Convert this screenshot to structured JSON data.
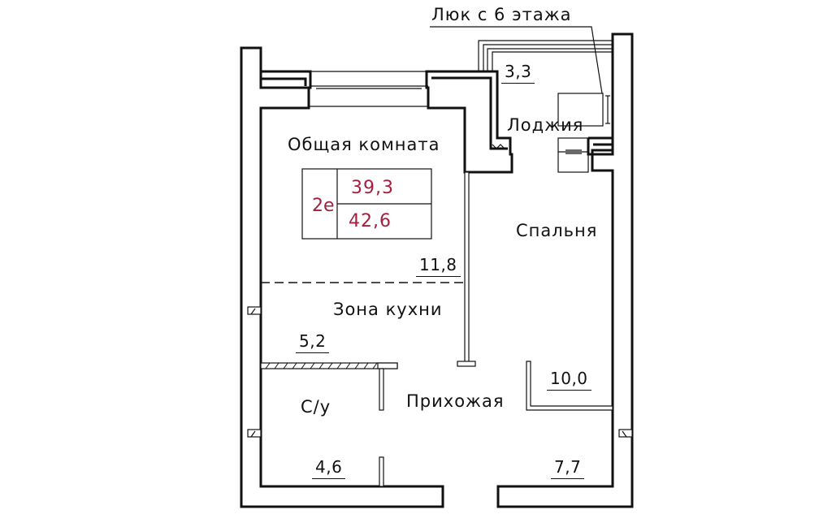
{
  "plan": {
    "hatch_note": "Люк с 6 этажа",
    "apartment": {
      "type": "2е",
      "living_area": "39,3",
      "total_area": "42,6",
      "accent_color": "#a3203f"
    },
    "rooms": [
      {
        "name": "Общая комната",
        "area": "11,8"
      },
      {
        "name": "Зона кухни",
        "area": "5,2"
      },
      {
        "name": "С/у",
        "area": "4,6"
      },
      {
        "name": "Прихожая",
        "area": "7,7"
      },
      {
        "name": "Спальня",
        "area": "10,0"
      },
      {
        "name": "Лоджия",
        "area": "3,3"
      }
    ]
  }
}
